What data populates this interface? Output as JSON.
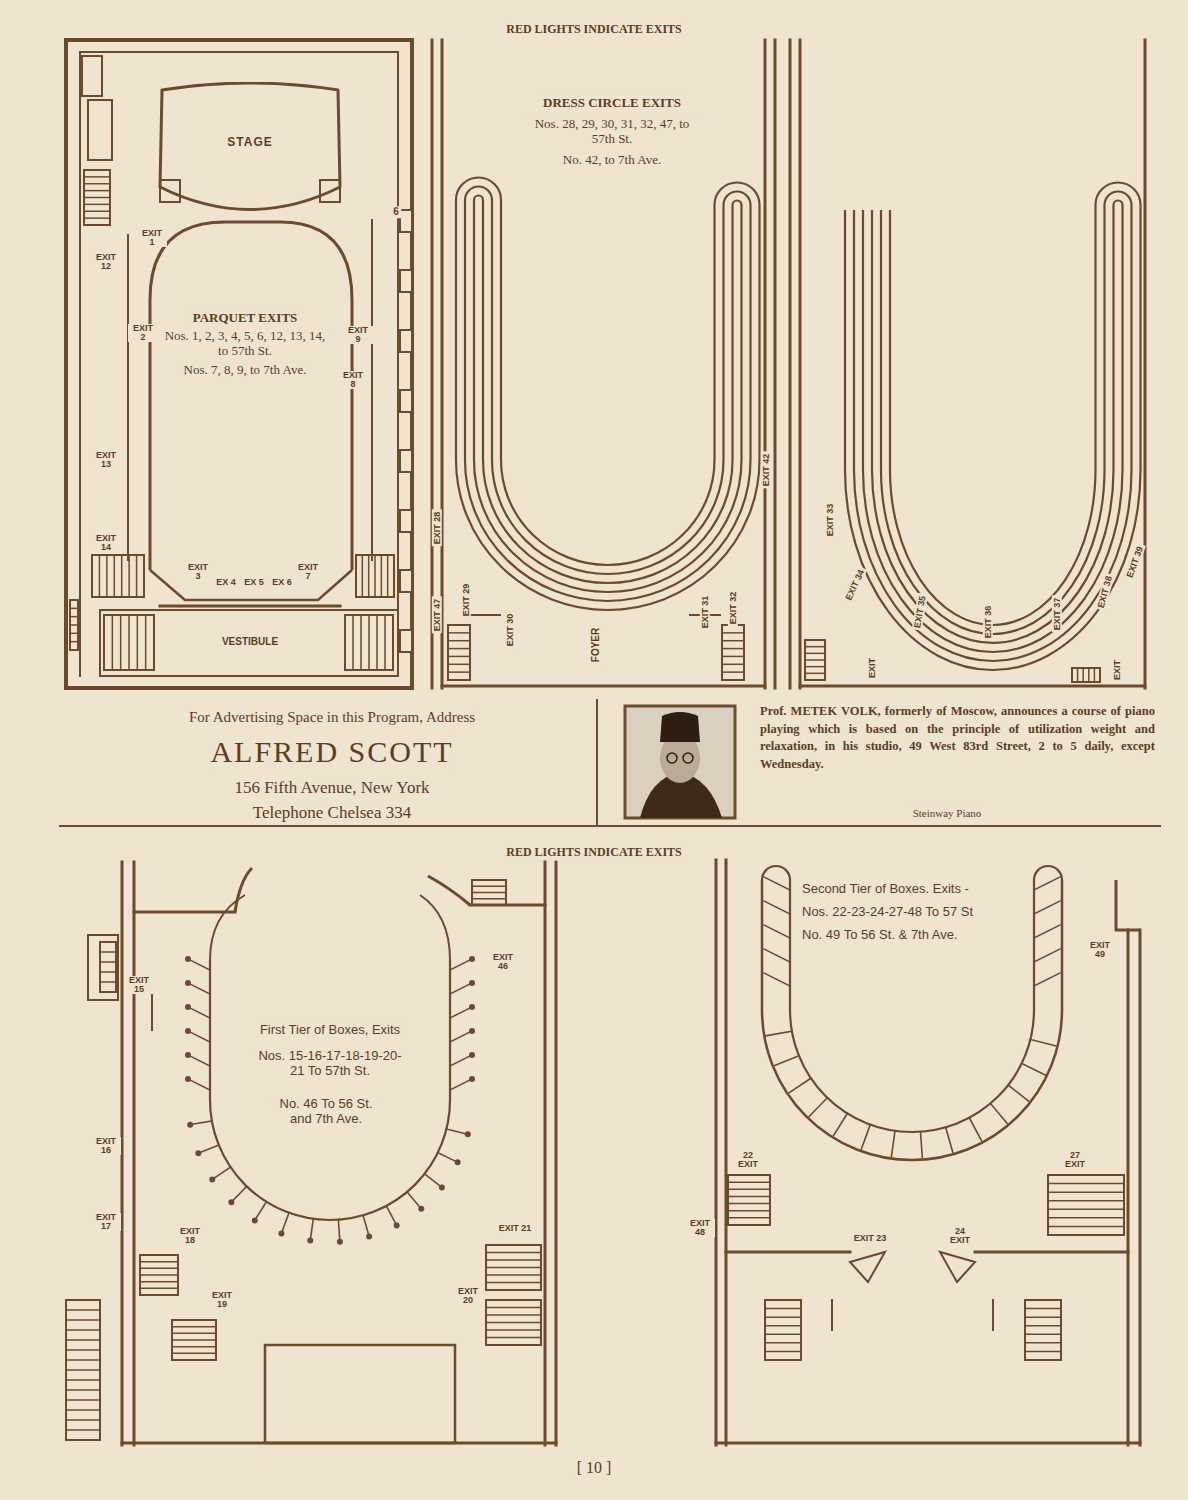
{
  "diagram": {
    "nodes": [
      {
        "text": [
          "STAGE"
        ]
      }
    ],
    "labels": [
      "RED LIGHTS INDICATE EXITS",
      "EXIT 12",
      "EXIT 1",
      "PARQUET EXITS",
      "Nos. 1, 2, 3, 4, 5, 6, 12, 13, 14, to 57th St.",
      "Nos. 7, 8, 9, to 7th Ave.",
      "EXIT 2",
      "EXIT 9",
      "EXIT 8",
      "6",
      "EXIT 13",
      "EXIT 14",
      "EXIT 3",
      "EX 4",
      "EX 5",
      "EX 6",
      "EXIT 7",
      "VESTIBULE",
      "DRESS CIRCLE EXITS",
      "Nos. 28, 29, 30, 31, 32, 47, to 57th St.",
      "No. 42, to 7th Ave.",
      "EXIT 42",
      "EXIT 28",
      "EXIT 47",
      "EXIT 29",
      "EXIT 30",
      "FOYER",
      "EXIT 31",
      "EXIT 32",
      "EXIT 33",
      "EXIT 34",
      "EXIT 35",
      "EXIT 36",
      "EXIT 37",
      "EXIT 38",
      "EXIT 39",
      "EXIT",
      "EXIT",
      "For Advertising Space in this Program, Address",
      "ALFRED SCOTT",
      "156 Fifth Avenue, New York",
      "Telephone Chelsea 334",
      "Prof. METEK VOLK, formerly of Moscow, announces a course of piano playing which is based on the principle of utilization weight and relaxation, in his studio, 49 West 83rd Street, 2 to 5 daily, except Wednesday.",
      "Steinway Piano",
      "RED LIGHTS INDICATE EXITS",
      "EXIT 15",
      "First Tier of Boxes, Exits",
      "Nos. 15-16-17-18-19-20-21 To 57th St.",
      "No. 46 To 56 St. and 7th Ave.",
      "EXIT 46",
      "EXIT 16",
      "EXIT 17",
      "EXIT 18",
      "EXIT 19",
      "EXIT 21",
      "EXIT 20",
      "Second Tier of Boxes. Exits -",
      "Nos. 22-23-24-27-48 To 57 St",
      "No. 49 To 56 St. & 7th Ave.",
      "EXIT 49",
      "22 EXIT",
      "27 EXIT",
      "EXIT 48",
      "EXIT 23",
      "24 EXIT",
      "[ 10 ]"
    ]
  }
}
